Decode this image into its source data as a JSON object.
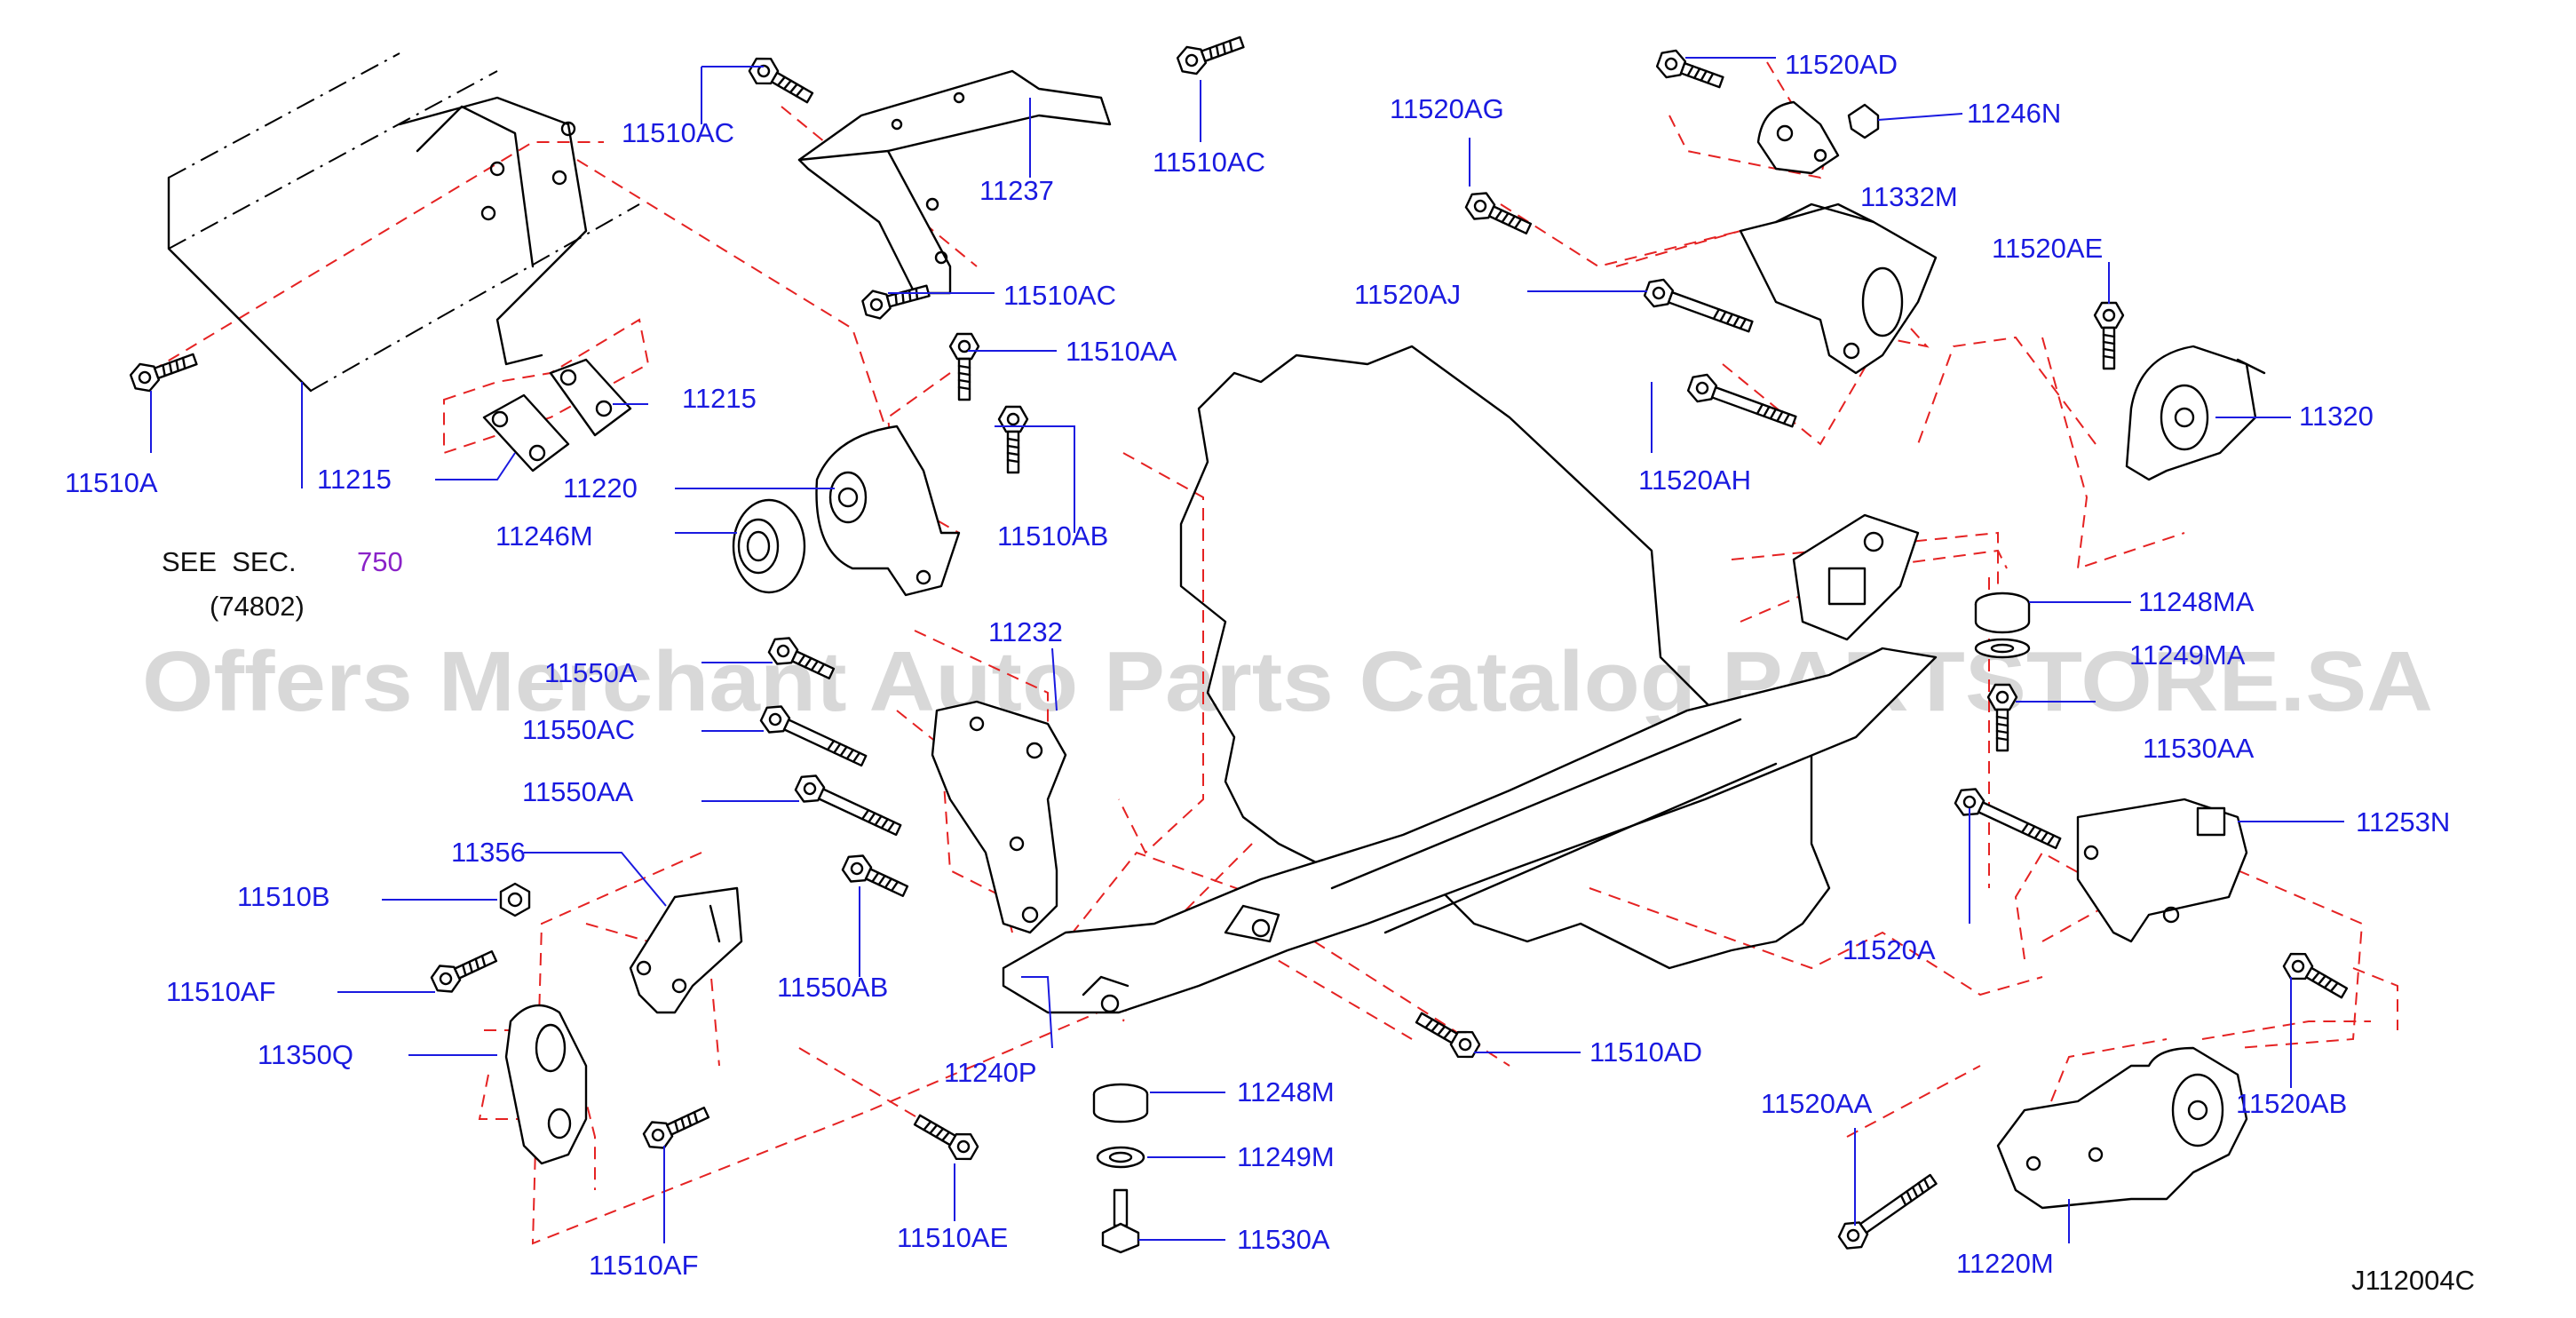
{
  "diagram": {
    "code": "J112004C",
    "watermark": "Offers Merchant Auto Parts Catalog PARTSTORE.SA",
    "see_section": {
      "text": "SEE  SEC.",
      "section_number": "750",
      "sub_ref": "(74802)"
    },
    "labels": {
      "l_11510AC_a": "11510AC",
      "l_11237": "11237",
      "l_11510AC_b": "11510AC",
      "l_11510AC_c": "11510AC",
      "l_11510AA": "11510AA",
      "l_11215_a": "11215",
      "l_11215_b": "11215",
      "l_11510A": "11510A",
      "l_11220": "11220",
      "l_11246M": "11246M",
      "l_11510AB": "11510AB",
      "l_11232": "11232",
      "l_11550A_partial": "11550A",
      "l_11550AC": "11550AC",
      "l_11550AA": "11550AA",
      "l_11550AB": "11550AB",
      "l_11356": "11356",
      "l_11510B": "11510B",
      "l_11510AF_a": "11510AF",
      "l_11350Q": "11350Q",
      "l_11510AF_b": "11510AF",
      "l_11510AE": "11510AE",
      "l_11240P": "11240P",
      "l_11248M": "11248M",
      "l_11249M": "11249M",
      "l_11530A": "11530A",
      "l_11510AD": "11510AD",
      "l_11520AD": "11520AD",
      "l_11246N": "11246N",
      "l_11520AG": "11520AG",
      "l_11332M": "11332M",
      "l_11520AJ": "11520AJ",
      "l_11520AE": "11520AE",
      "l_11520AH": "11520AH",
      "l_11320": "11320",
      "l_11248MA": "11248MA",
      "l_11249MA_partial": "11249MA",
      "l_11530AA": "11530AA",
      "l_11253N": "11253N",
      "l_11520A": "11520A",
      "l_11520AA": "11520AA",
      "l_11520AB": "11520AB",
      "l_11220M": "11220M"
    }
  }
}
